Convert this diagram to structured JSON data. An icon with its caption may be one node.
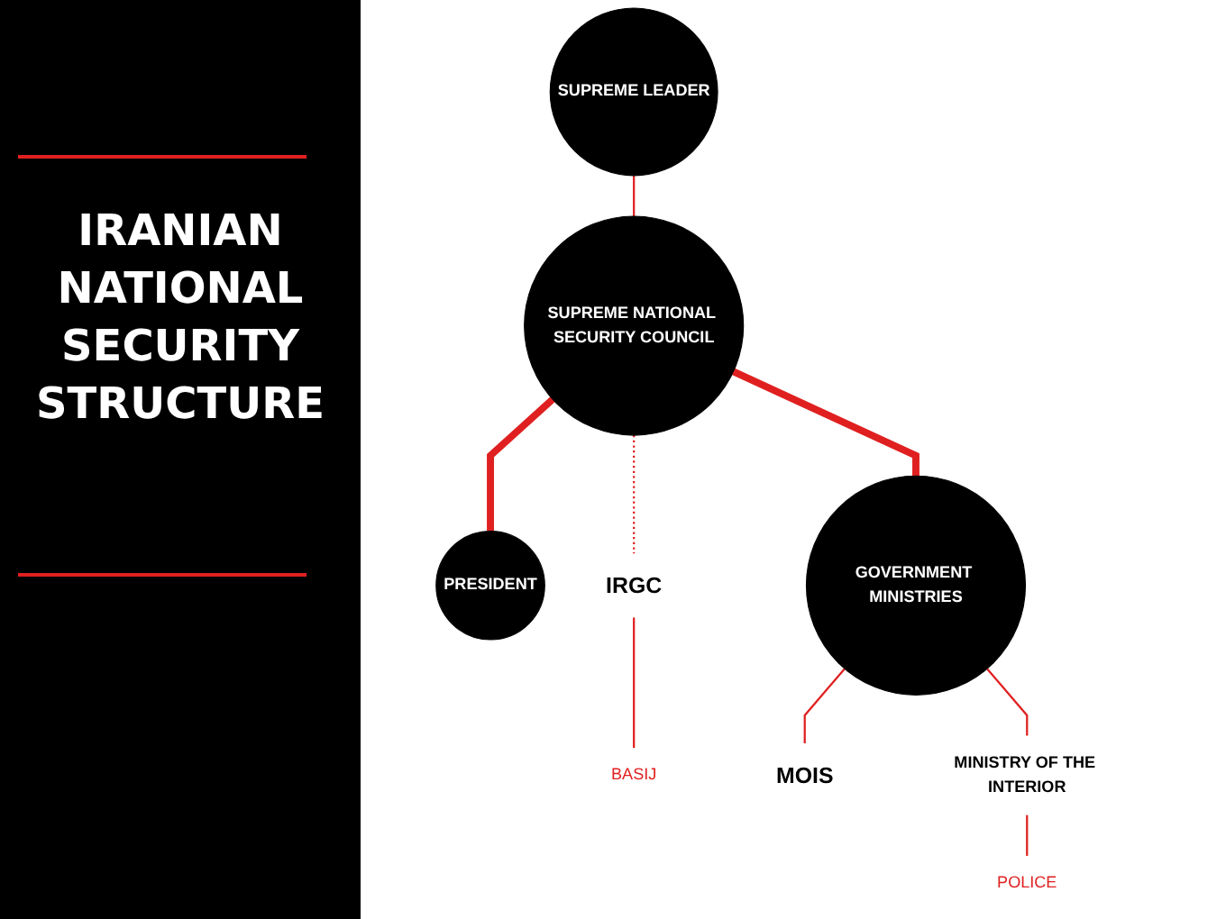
{
  "diagram": {
    "title": "IRANIAN NATIONAL SECURITY STRUCTURE",
    "nodes": [
      {
        "text": [
          "SUPREME LEADER"
        ]
      },
      {
        "text": [
          "SUPREME NATIONAL SECURITY COUNCIL"
        ]
      },
      {
        "text": [
          "PRESIDENT"
        ]
      },
      {
        "text": [
          "GOVERNMENT MINISTRIES"
        ]
      },
      {
        "text": [
          "IRGC"
        ]
      },
      {
        "text": [
          "BASIJ"
        ]
      },
      {
        "text": [
          "MOIS"
        ]
      },
      {
        "text": [
          "MINISTRY OF THE INTERIOR"
        ]
      },
      {
        "text": [
          "POLICE"
        ]
      }
    ],
    "edges": [
      {
        "from": 0,
        "to": 1,
        "arrow": "none"
      },
      {
        "from": 1,
        "to": 2,
        "arrow": "none",
        "style": "thick"
      },
      {
        "from": 1,
        "to": 3,
        "arrow": "none",
        "style": "thick"
      },
      {
        "from": 1,
        "to": 4,
        "arrow": "none",
        "style": "dashed"
      },
      {
        "from": 4,
        "to": 5,
        "arrow": "none"
      },
      {
        "from": 3,
        "to": 6,
        "arrow": "none"
      },
      {
        "from": 3,
        "to": 7,
        "arrow": "none"
      },
      {
        "from": 7,
        "to": 8,
        "arrow": "none"
      }
    ]
  }
}
